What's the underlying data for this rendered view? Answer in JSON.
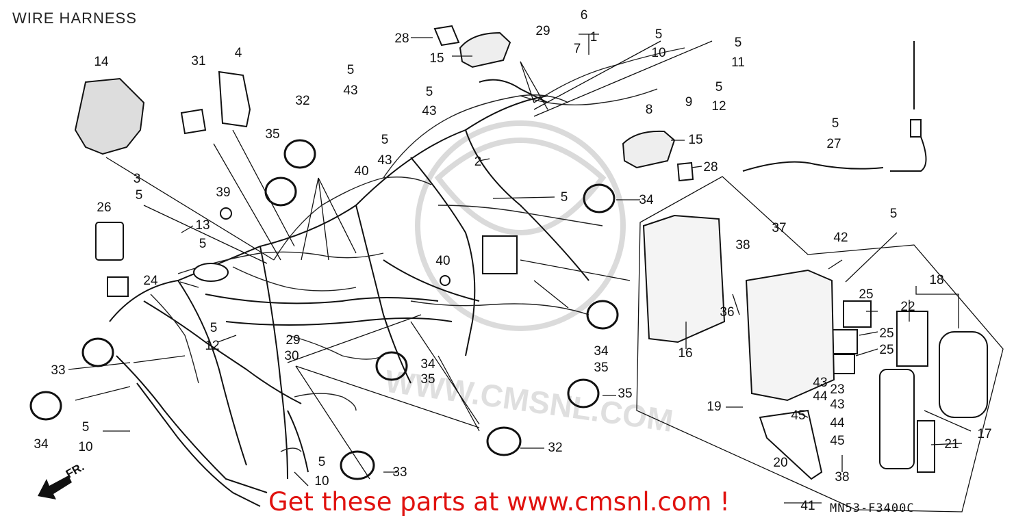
{
  "title": "WIRE HARNESS",
  "diagram_code": "MN53-F3400C",
  "promo_text": "Get these parts at www.cmsnl.com !",
  "direction_label": "FR.",
  "watermark_text": "WWW.CMSNL.COM",
  "part_labels": [
    "1",
    "2",
    "3",
    "4",
    "5",
    "6",
    "7",
    "8",
    "9",
    "10",
    "11",
    "12",
    "13",
    "14",
    "15",
    "16",
    "17",
    "18",
    "19",
    "20",
    "21",
    "22",
    "23",
    "24",
    "25",
    "26",
    "27",
    "28",
    "29",
    "30",
    "31",
    "32",
    "33",
    "34",
    "35",
    "36",
    "37",
    "38",
    "39",
    "40",
    "41",
    "42",
    "43",
    "44",
    "45"
  ]
}
